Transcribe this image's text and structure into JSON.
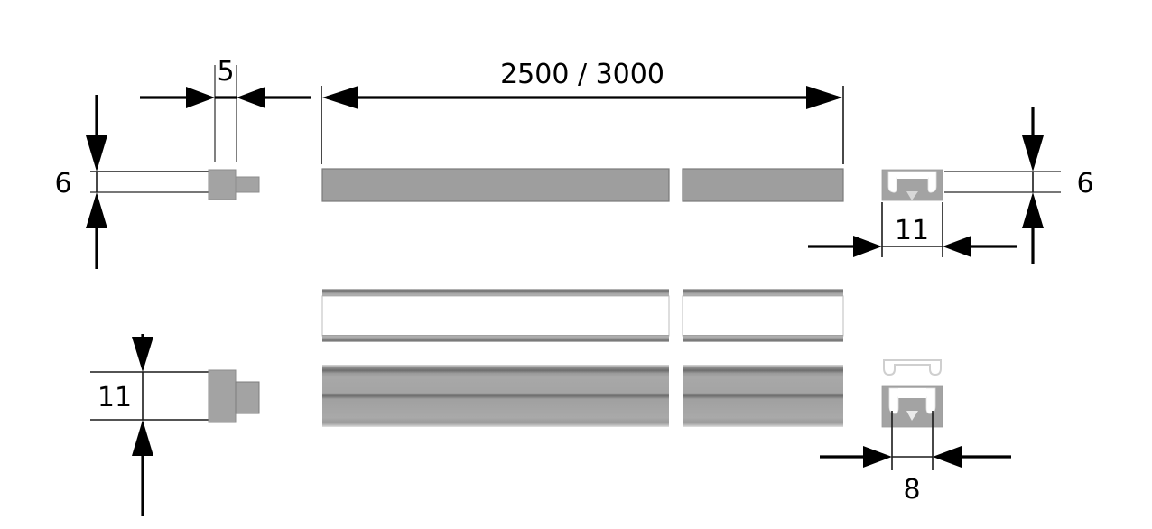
{
  "drawing": {
    "type": "technical-dimension-drawing",
    "subject": "LED aluminium profile with end cap",
    "units": "mm",
    "background_color": "#ffffff",
    "line_color": "#000000",
    "body_fill_color": "#9e9e9e",
    "body_edge_color": "#6e6e6e",
    "cover_outline_color": "#cfcfcf"
  },
  "dimensions": {
    "endcap_thickness": {
      "label": "5",
      "orientation": "horizontal",
      "arrow_style": "outward",
      "position": "top-left"
    },
    "length": {
      "label": "2500 / 3000",
      "orientation": "horizontal",
      "arrow_style": "inward",
      "position": "top-center"
    },
    "height_left": {
      "label": "6",
      "orientation": "vertical",
      "arrow_style": "inward",
      "position": "left"
    },
    "height_right": {
      "label": "6",
      "orientation": "vertical",
      "arrow_style": "inward",
      "position": "right"
    },
    "width_profile": {
      "label": "11",
      "orientation": "horizontal",
      "arrow_style": "outward",
      "position": "right-middle"
    },
    "height_endcap": {
      "label": "11",
      "orientation": "vertical",
      "arrow_style": "inward",
      "position": "bottom-left"
    },
    "width_inner": {
      "label": "8",
      "orientation": "horizontal",
      "arrow_style": "outward",
      "position": "bottom-right"
    }
  },
  "views": {
    "top_row": {
      "name": "side-elevation",
      "endcap": "end-cap-side-view",
      "body": "profile-side-bar",
      "section": "profile-cross-section"
    },
    "middle_row": {
      "name": "top-view",
      "body": "profile-top-bar-outline"
    },
    "bottom_row": {
      "name": "front-elevation",
      "endcap": "end-cap-front-view",
      "body": "profile-front-bar",
      "cover": "cover-cross-section-outline",
      "section": "profile-cross-section-filled"
    }
  },
  "labels": {
    "dim_5": "5",
    "dim_length": "2500 / 3000",
    "dim_6_left": "6",
    "dim_6_right": "6",
    "dim_11_right": "11",
    "dim_11_left": "11",
    "dim_8": "8"
  }
}
